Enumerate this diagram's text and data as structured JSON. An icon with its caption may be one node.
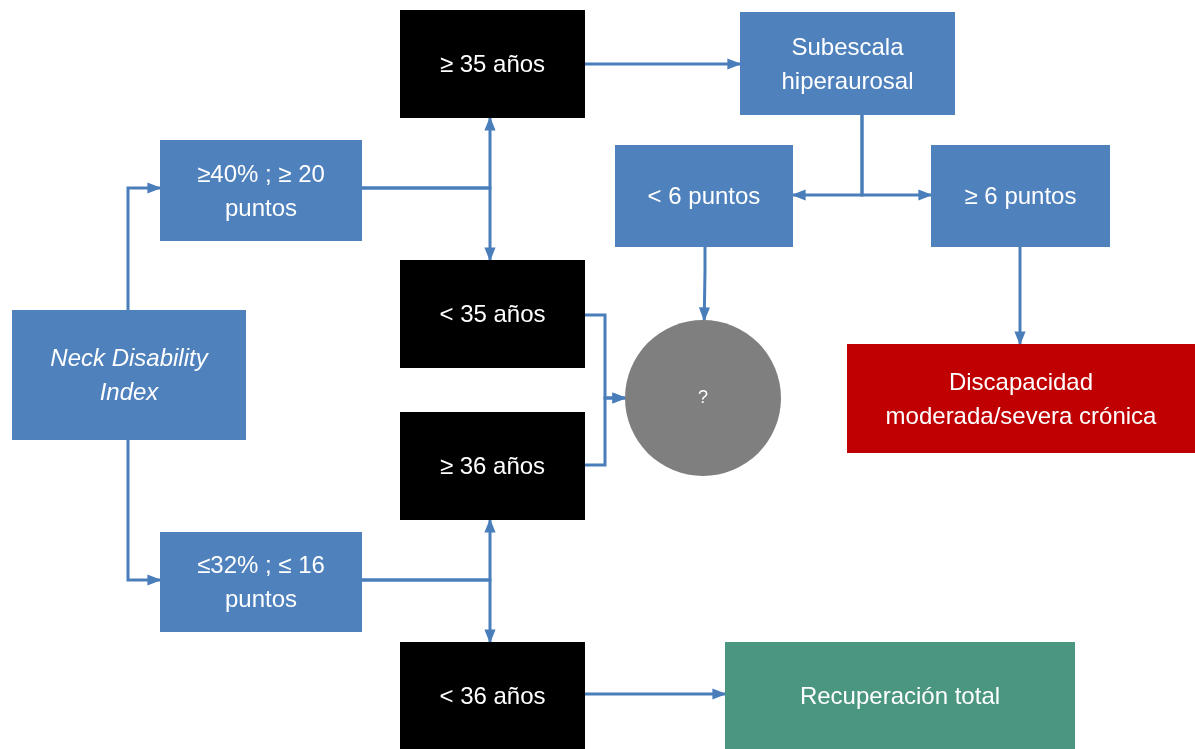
{
  "diagram": {
    "nodes": [
      {
        "text": [
          "Neck Disability Index"
        ]
      },
      {
        "text": [
          "≥40% ; ≥ 20 puntos"
        ]
      },
      {
        "text": [
          "≤32% ; ≤ 16 puntos"
        ]
      },
      {
        "text": [
          "≥ 35 años"
        ]
      },
      {
        "text": [
          "< 35 años"
        ]
      },
      {
        "text": [
          "≥ 36 años"
        ]
      },
      {
        "text": [
          "< 36 años"
        ]
      },
      {
        "text": [
          "Subescala hiperaurosal"
        ]
      },
      {
        "text": [
          "< 6 puntos"
        ]
      },
      {
        "text": [
          "≥ 6 puntos"
        ]
      },
      {
        "text": [
          "?"
        ]
      },
      {
        "text": [
          "Discapacidad moderada/severa crónica"
        ]
      },
      {
        "text": [
          "Recuperación total"
        ]
      }
    ],
    "edges": [
      {
        "from": 0,
        "to": 1,
        "arrow": "to"
      },
      {
        "from": 0,
        "to": 2,
        "arrow": "to"
      },
      {
        "from": 1,
        "to": 3,
        "arrow": "to"
      },
      {
        "from": 1,
        "to": 4,
        "arrow": "to"
      },
      {
        "from": 2,
        "to": 5,
        "arrow": "to"
      },
      {
        "from": 2,
        "to": 6,
        "arrow": "to"
      },
      {
        "from": 3,
        "to": 7,
        "arrow": "to"
      },
      {
        "from": 7,
        "to": 8,
        "arrow": "to"
      },
      {
        "from": 7,
        "to": 9,
        "arrow": "to"
      },
      {
        "from": 8,
        "to": 10,
        "arrow": "to"
      },
      {
        "from": 4,
        "to": 10,
        "arrow": "to"
      },
      {
        "from": 5,
        "to": 10,
        "arrow": "to"
      },
      {
        "from": 9,
        "to": 11,
        "arrow": "to"
      },
      {
        "from": 6,
        "to": 12,
        "arrow": "to"
      }
    ]
  }
}
